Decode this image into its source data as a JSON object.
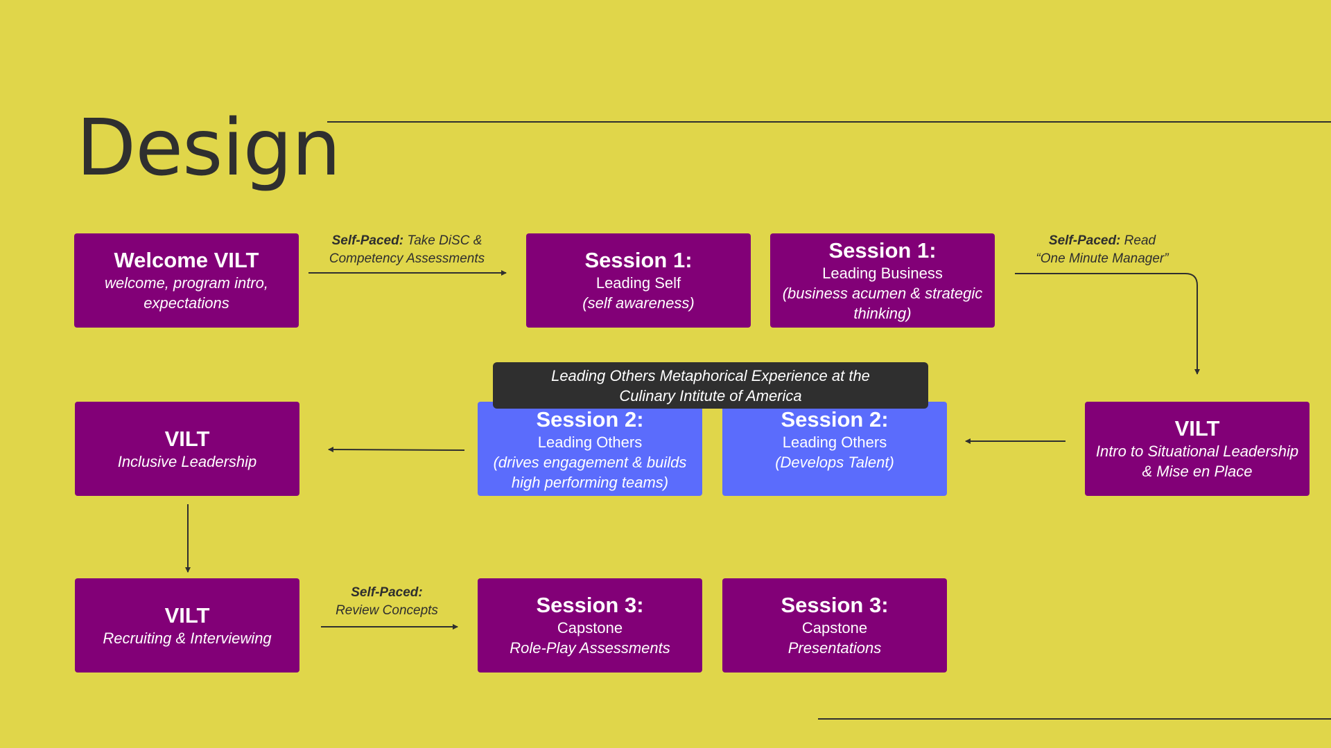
{
  "title": "Design",
  "boxes": {
    "welcome": {
      "head": "Welcome VILT",
      "line1": "welcome, program intro,",
      "line2": "expectations"
    },
    "s1_self": {
      "head": "Session 1:",
      "line1": "Leading Self",
      "line2": "(self awareness)"
    },
    "s1_business": {
      "head": "Session 1:",
      "line1": "Leading Business",
      "line2": "(business acumen & strategic",
      "line3": "thinking)"
    },
    "vilt_situational": {
      "head": "VILT",
      "line1": "Intro to Situational Leadership",
      "line2": "& Mise en Place"
    },
    "s2_talent": {
      "head": "Session 2:",
      "line1": "Leading Others",
      "line2": "(Develops Talent)"
    },
    "s2_engagement": {
      "head": "Session 2:",
      "line1": "Leading Others",
      "line2": "(drives engagement & builds",
      "line3": "high performing teams)"
    },
    "vilt_inclusive": {
      "head": "VILT",
      "line1": "Inclusive Leadership"
    },
    "vilt_recruiting": {
      "head": "VILT",
      "line1": "Recruiting & Interviewing"
    },
    "s3_roleplay": {
      "head": "Session 3:",
      "line1": "Capstone",
      "line2": "Role-Play Assessments"
    },
    "s3_presentations": {
      "head": "Session 3:",
      "line1": "Capstone",
      "line2": "Presentations"
    }
  },
  "banner": {
    "line1": "Leading Others Metaphorical Experience at the",
    "line2": "Culinary Intitute of America"
  },
  "notes": {
    "disc": {
      "bold": "Self-Paced:",
      "rest": " Take DiSC &",
      "line2": "Competency Assessments"
    },
    "read": {
      "bold": "Self-Paced:",
      "rest": " Read",
      "line2": "“One Minute Manager”"
    },
    "review": {
      "bold": "Self-Paced:",
      "line2": "Review Concepts"
    }
  },
  "colors": {
    "background": "#e0d64a",
    "purple": "#820077",
    "blue": "#5b6cfc",
    "dark": "#2f2f2f"
  }
}
